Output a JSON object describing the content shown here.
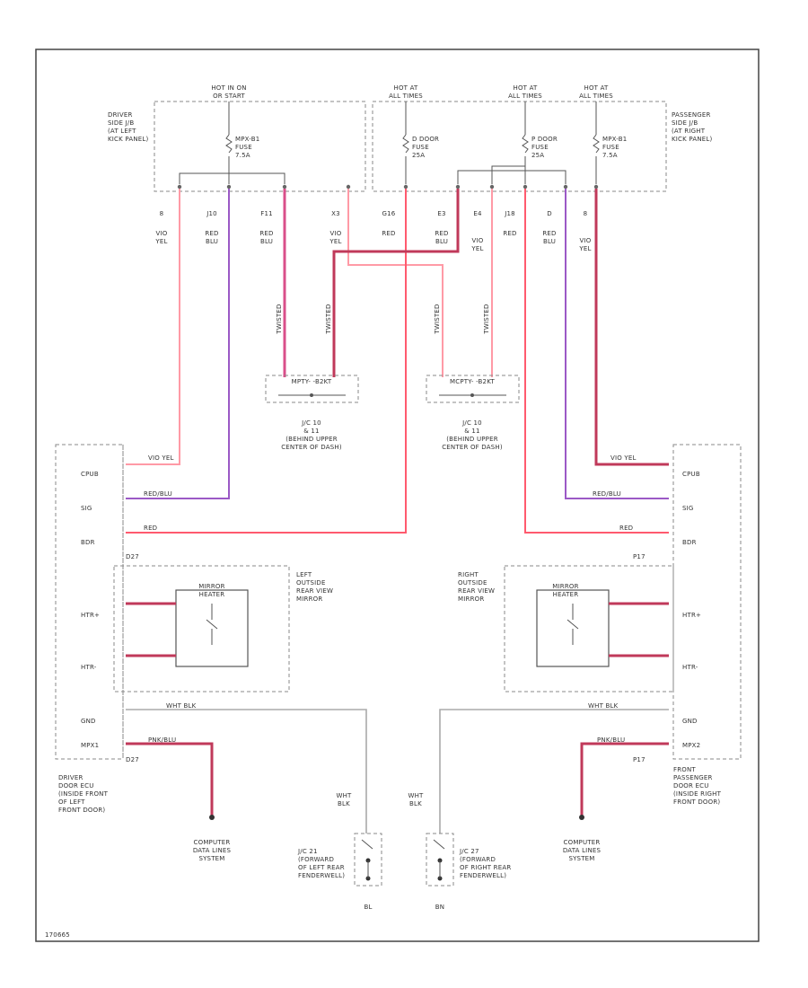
{
  "top_labels": {
    "hot_in_on": [
      "HOT IN ON",
      "OR START"
    ],
    "hot_at_all_times_1": [
      "HOT AT",
      "ALL TIMES"
    ],
    "hot_at_all_times_2": [
      "HOT AT",
      "ALL TIMES"
    ],
    "hot_at_all_times_3": [
      "HOT AT",
      "ALL TIMES"
    ]
  },
  "junction_left": [
    "DRIVER",
    "SIDE J/B",
    "(AT LEFT",
    "KICK PANEL)"
  ],
  "junction_right": [
    "PASSENGER",
    "SIDE J/B",
    "(AT RIGHT",
    "KICK PANEL)"
  ],
  "fuses": {
    "mpx_b1": [
      "MPX-B1",
      "FUSE",
      "7.5A"
    ],
    "d_door": [
      "D DOOR",
      "FUSE",
      "25A"
    ],
    "p_door": [
      "P DOOR",
      "FUSE",
      "25A"
    ],
    "mpx_b1_r": [
      "MPX-B1",
      "FUSE",
      "7.5A"
    ]
  },
  "pins_top": [
    "8",
    "J10",
    "F11",
    "X3",
    "G16",
    "E3",
    "E4",
    "J18",
    "D",
    "8"
  ],
  "wire_colors_top": [
    [
      "VIO",
      "YEL"
    ],
    [
      "RED",
      "BLU"
    ],
    [
      "RED",
      "BLU"
    ],
    [
      "VIO",
      "YEL"
    ],
    [
      "RED"
    ],
    [
      "RED",
      "BLU"
    ],
    [
      "VIO",
      "YEL"
    ],
    [
      "RED"
    ],
    [
      "RED",
      "BLU"
    ],
    [
      "VIO",
      "YEL"
    ]
  ],
  "twisted_labels": [
    "TWISTED",
    "TWISTED",
    "TWISTED",
    "TWISTED"
  ],
  "jc_left": {
    "pins": "MPTY-  -B2KT",
    "desc": [
      "J/C 10",
      "& 11",
      "(BEHIND UPPER",
      "CENTER OF DASH)"
    ]
  },
  "jc_right": {
    "pins": "MCPTY-  -B2KT",
    "desc": [
      "J/C 10",
      "& 11",
      "(BEHIND UPPER",
      "CENTER OF DASH)"
    ]
  },
  "left_ecu": {
    "pins": [
      "CPUB",
      "SIG",
      "BDR"
    ],
    "wire_colors": [
      "VIO YEL",
      "RED/BLU",
      "RED"
    ],
    "connector": "D27",
    "mirror_label": [
      "LEFT",
      "OUTSIDE",
      "REAR VIEW",
      "MIRROR"
    ],
    "heater_label": [
      "MIRROR",
      "HEATER"
    ],
    "heater_pins": [
      "HTR+",
      "HTR-"
    ],
    "gnd_pins": [
      "GND",
      "MPX1"
    ],
    "gnd_color": "WHT BLK",
    "mpx_color": "PNK/BLU",
    "bottom_connector": "D27",
    "ecu_label": [
      "DRIVER",
      "DOOR ECU",
      "(INSIDE FRONT",
      "OF LEFT",
      "FRONT DOOR)"
    ]
  },
  "right_ecu": {
    "pins": [
      "CPUB",
      "SIG",
      "BDR"
    ],
    "wire_colors": [
      "VIO YEL",
      "RED/BLU",
      "RED"
    ],
    "connector": "P17",
    "mirror_label": [
      "RIGHT",
      "OUTSIDE",
      "REAR VIEW",
      "MIRROR"
    ],
    "heater_label": [
      "MIRROR",
      "HEATER"
    ],
    "heater_pins": [
      "HTR+",
      "HTR-"
    ],
    "gnd_pins": [
      "GND",
      "MPX2"
    ],
    "gnd_color": "WHT BLK",
    "mpx_color": "PNK/BLU",
    "bottom_connector": "P17",
    "ecu_label": [
      "FRONT",
      "PASSENGER",
      "DOOR ECU",
      "(INSIDE RIGHT",
      "FRONT DOOR)"
    ]
  },
  "computer_data_left": [
    "COMPUTER",
    "DATA LINES",
    "SYSTEM"
  ],
  "computer_data_right": [
    "COMPUTER",
    "DATA LINES",
    "SYSTEM"
  ],
  "ground_left": {
    "wire": [
      "WHT",
      "BLK"
    ],
    "desc": [
      "J/C 21",
      "(FORWARD",
      "OF LEFT REAR",
      "FENDERWELL)"
    ],
    "id": "BL"
  },
  "ground_right": {
    "wire": [
      "WHT",
      "BLK"
    ],
    "desc": [
      "J/C 27",
      "(FORWARD",
      "OF RIGHT REAR",
      "FENDERWELL)"
    ],
    "id": "BN"
  },
  "footer_code": "170665"
}
